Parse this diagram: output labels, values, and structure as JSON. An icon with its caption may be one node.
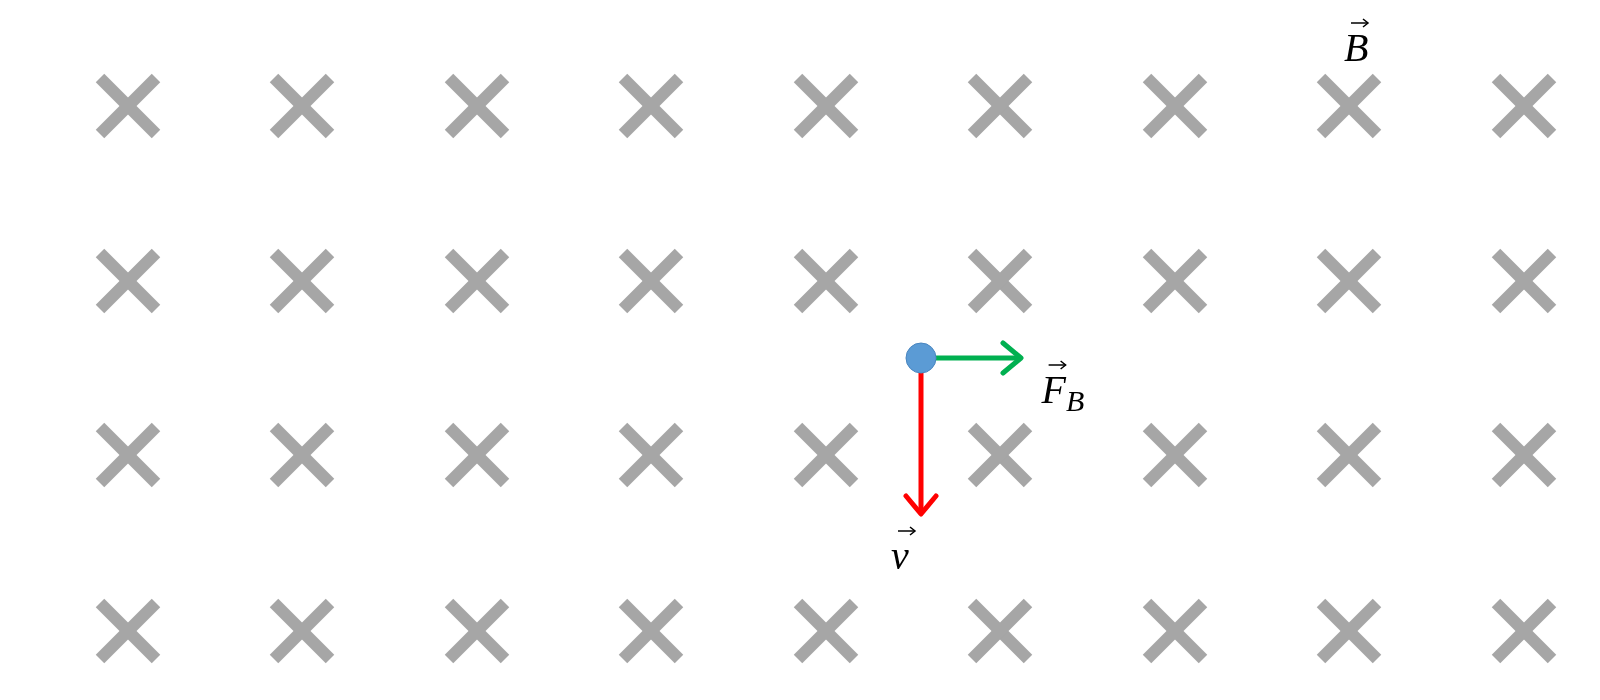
{
  "diagram": {
    "nodes": [
      {
        "text": [],
        "shape": "circle"
      }
    ],
    "labels": [
      "B",
      "F$_{B}$",
      "v"
    ]
  }
}
